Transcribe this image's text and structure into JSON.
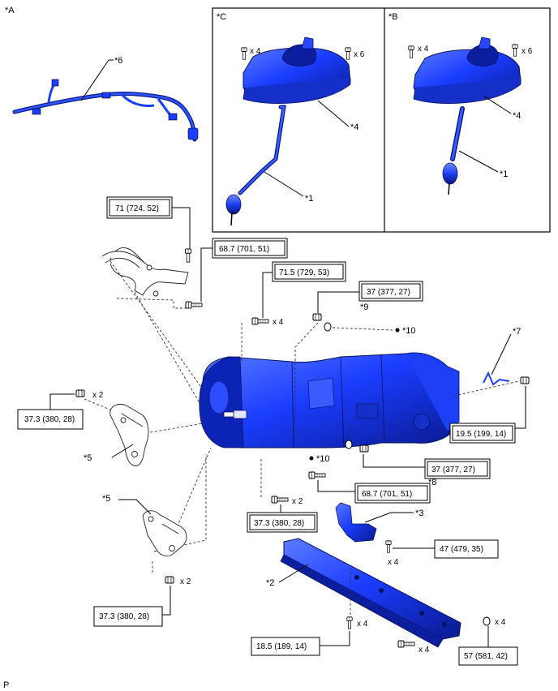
{
  "view_markers": {
    "a": "*A",
    "b": "*B",
    "c": "*C",
    "p": "P"
  },
  "callouts": {
    "c1": "*1",
    "c2": "*2",
    "c3": "*3",
    "c4": "*4",
    "c5": "*5",
    "c6": "*6",
    "c7": "*7",
    "c8": "*8",
    "c9": "*9",
    "c10": "*10"
  },
  "quantities": {
    "x2": "x 2",
    "x4": "x 4",
    "x6": "x 6"
  },
  "torque": {
    "t1": "71 (724, 52)",
    "t2": "68.7 (701, 51)",
    "t3": "71.5 (729, 53)",
    "t4": "37 (377, 27)",
    "t5": "37.3 (380, 28)",
    "t6": "19.5 (199, 14)",
    "t7": "37 (377, 27)",
    "t8": "68.7 (701, 51)",
    "t9": "37.3 (380, 28)",
    "t10": "47 (479, 35)",
    "t11": "37.3 (380, 28)",
    "t12": "18.5 (189, 14)",
    "t13": "57 (581, 42)"
  },
  "colors": {
    "part_blue": "#1a3dff",
    "part_dark": "#0a1a8f",
    "leader": "#000000"
  },
  "icons": {
    "bolt": "bolt-icon",
    "washer": "washer-icon",
    "reuse_mark": "non-reusable-dot-icon"
  }
}
